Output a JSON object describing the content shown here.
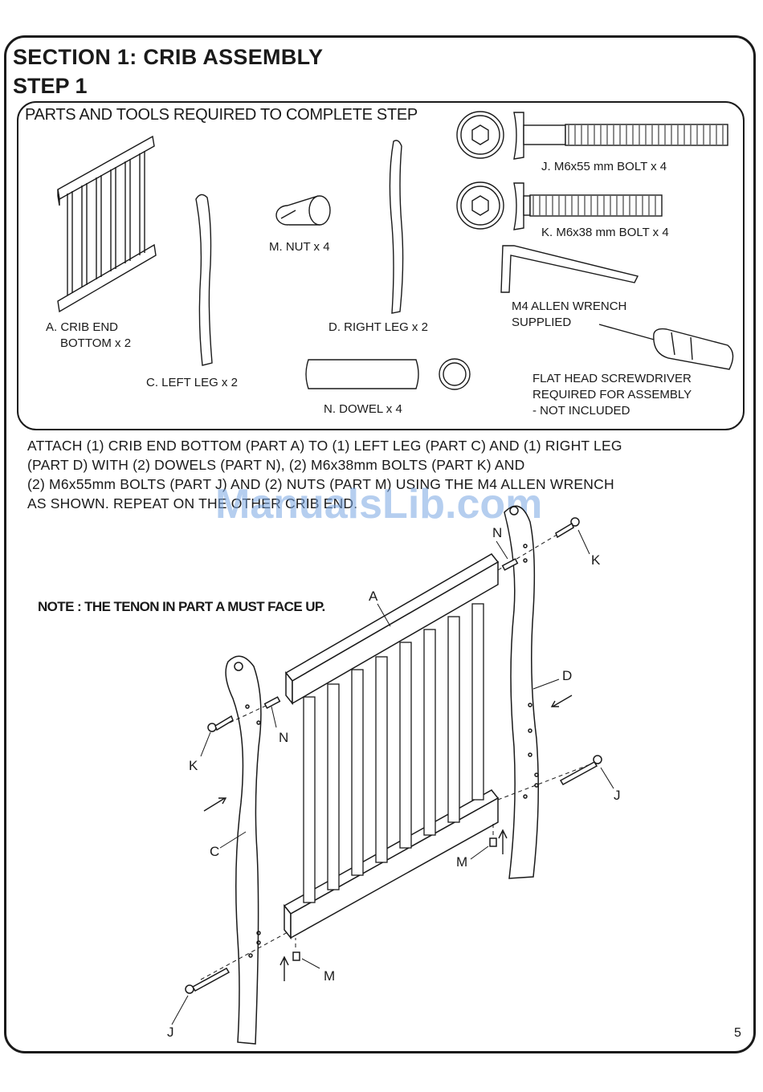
{
  "header": {
    "section_title": "SECTION 1: CRIB ASSEMBLY",
    "step_title": "STEP 1"
  },
  "parts": {
    "heading": "PARTS AND TOOLS REQUIRED TO COMPLETE STEP",
    "crib_end_line1": "A. CRIB END",
    "crib_end_line2": "BOTTOM x 2",
    "left_leg": "C. LEFT LEG x 2",
    "nut": "M. NUT x 4",
    "right_leg": "D. RIGHT LEG x 2",
    "dowel": "N. DOWEL x 4",
    "bolt_j": "J. M6x55 mm BOLT x 4",
    "bolt_k": "K. M6x38 mm BOLT x 4",
    "allen_line1": "M4 ALLEN WRENCH",
    "allen_line2": "SUPPLIED",
    "screwdriver_line1": "FLAT HEAD SCREWDRIVER",
    "screwdriver_line2": "REQUIRED FOR ASSEMBLY",
    "screwdriver_line3": "- NOT INCLUDED"
  },
  "instructions": {
    "line1": "ATTACH (1) CRIB END BOTTOM (PART A) TO (1) LEFT LEG (PART C) AND (1) RIGHT LEG",
    "line2": "(PART D) WITH (2) DOWELS (PART N), (2) M6x38mm BOLTS (PART K) AND",
    "line3": "(2) M6x55mm BOLTS (PART J) AND (2) NUTS (PART M) USING THE M4 ALLEN WRENCH",
    "line4": "AS SHOWN. REPEAT ON THE OTHER CRIB END."
  },
  "note": "NOTE : THE TENON IN PART A MUST FACE UP.",
  "watermark": "ManualsLib.com",
  "callouts": {
    "a": "A",
    "c": "C",
    "d": "D",
    "n_top": "N",
    "n_left": "N",
    "k_top": "K",
    "k_left": "K",
    "j_right": "J",
    "j_bottom": "J",
    "m_right": "M",
    "m_bottom": "M"
  },
  "page_number": "5"
}
